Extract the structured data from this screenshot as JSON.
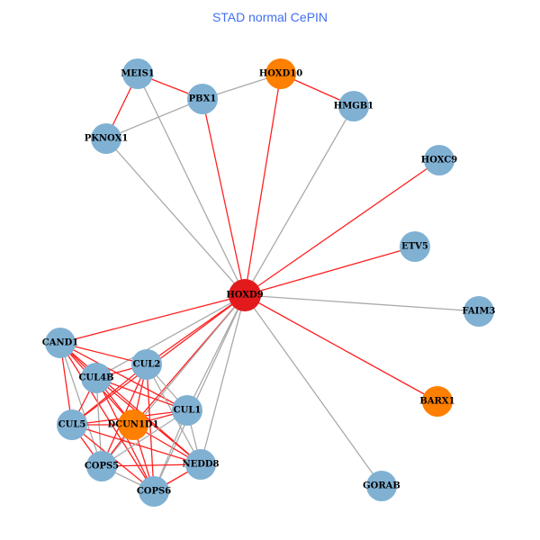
{
  "title": "STAD normal CePIN",
  "colors": {
    "node_default": "#80b1d3",
    "node_highlight": "#ff7f00",
    "node_center": "#e31a1c",
    "edge_red": "#ff2020",
    "edge_gray": "#aaaaaa"
  },
  "nodes": [
    {
      "id": "HOXD9",
      "type": "center"
    },
    {
      "id": "MEIS1",
      "type": "default"
    },
    {
      "id": "PBX1",
      "type": "default"
    },
    {
      "id": "HOXD10",
      "type": "highlight"
    },
    {
      "id": "HMGB1",
      "type": "default"
    },
    {
      "id": "PKNOX1",
      "type": "default"
    },
    {
      "id": "HOXC9",
      "type": "default"
    },
    {
      "id": "ETV5",
      "type": "default"
    },
    {
      "id": "FAIM3",
      "type": "default"
    },
    {
      "id": "BARX1",
      "type": "highlight"
    },
    {
      "id": "GORAB",
      "type": "default"
    },
    {
      "id": "CAND1",
      "type": "default"
    },
    {
      "id": "CUL2",
      "type": "default"
    },
    {
      "id": "CUL4B",
      "type": "default"
    },
    {
      "id": "CUL1",
      "type": "default"
    },
    {
      "id": "CUL5",
      "type": "default"
    },
    {
      "id": "DCUN1D1",
      "type": "highlight"
    },
    {
      "id": "COPS5",
      "type": "default"
    },
    {
      "id": "NEDD8",
      "type": "default"
    },
    {
      "id": "COPS6",
      "type": "default"
    }
  ],
  "edges": [
    [
      "MEIS1",
      "PBX1",
      "red"
    ],
    [
      "MEIS1",
      "PKNOX1",
      "red"
    ],
    [
      "PBX1",
      "HOXD10",
      "gray"
    ],
    [
      "PBX1",
      "PKNOX1",
      "gray"
    ],
    [
      "HOXD10",
      "HMGB1",
      "red"
    ],
    [
      "MEIS1",
      "HOXD9",
      "gray"
    ],
    [
      "PKNOX1",
      "HOXD9",
      "gray"
    ],
    [
      "PBX1",
      "HOXD9",
      "red"
    ],
    [
      "HOXD10",
      "HOXD9",
      "red"
    ],
    [
      "HMGB1",
      "HOXD9",
      "gray"
    ],
    [
      "HOXC9",
      "HOXD9",
      "red"
    ],
    [
      "ETV5",
      "HOXD9",
      "red"
    ],
    [
      "FAIM3",
      "HOXD9",
      "gray"
    ],
    [
      "BARX1",
      "HOXD9",
      "red"
    ],
    [
      "GORAB",
      "HOXD9",
      "gray"
    ],
    [
      "CAND1",
      "HOXD9",
      "red"
    ],
    [
      "CUL2",
      "HOXD9",
      "red"
    ],
    [
      "CUL4B",
      "HOXD9",
      "gray"
    ],
    [
      "CUL5",
      "HOXD9",
      "red"
    ],
    [
      "DCUN1D1",
      "HOXD9",
      "red"
    ],
    [
      "CUL1",
      "HOXD9",
      "gray"
    ],
    [
      "COPS5",
      "HOXD9",
      "gray"
    ],
    [
      "NEDD8",
      "HOXD9",
      "gray"
    ],
    [
      "COPS6",
      "HOXD9",
      "gray"
    ],
    [
      "CAND1",
      "CUL2",
      "red"
    ],
    [
      "CAND1",
      "CUL4B",
      "red"
    ],
    [
      "CAND1",
      "CUL5",
      "red"
    ],
    [
      "CAND1",
      "DCUN1D1",
      "red"
    ],
    [
      "CAND1",
      "COPS5",
      "gray"
    ],
    [
      "CAND1",
      "CUL1",
      "red"
    ],
    [
      "CAND1",
      "NEDD8",
      "red"
    ],
    [
      "CAND1",
      "COPS6",
      "red"
    ],
    [
      "CUL2",
      "CUL4B",
      "red"
    ],
    [
      "CUL2",
      "CUL5",
      "red"
    ],
    [
      "CUL2",
      "DCUN1D1",
      "red"
    ],
    [
      "CUL2",
      "COPS5",
      "red"
    ],
    [
      "CUL2",
      "NEDD8",
      "gray"
    ],
    [
      "CUL2",
      "COPS6",
      "red"
    ],
    [
      "CUL2",
      "CUL1",
      "gray"
    ],
    [
      "CUL4B",
      "CUL5",
      "red"
    ],
    [
      "CUL4B",
      "DCUN1D1",
      "red"
    ],
    [
      "CUL4B",
      "COPS5",
      "gray"
    ],
    [
      "CUL4B",
      "NEDD8",
      "red"
    ],
    [
      "CUL4B",
      "COPS6",
      "red"
    ],
    [
      "CUL4B",
      "CUL1",
      "red"
    ],
    [
      "CUL5",
      "DCUN1D1",
      "red"
    ],
    [
      "CUL5",
      "COPS5",
      "red"
    ],
    [
      "CUL5",
      "NEDD8",
      "red"
    ],
    [
      "CUL5",
      "COPS6",
      "red"
    ],
    [
      "CUL5",
      "CUL1",
      "red"
    ],
    [
      "DCUN1D1",
      "CUL1",
      "red"
    ],
    [
      "DCUN1D1",
      "COPS5",
      "red"
    ],
    [
      "DCUN1D1",
      "NEDD8",
      "red"
    ],
    [
      "DCUN1D1",
      "COPS6",
      "red"
    ],
    [
      "CUL1",
      "COPS5",
      "gray"
    ],
    [
      "CUL1",
      "NEDD8",
      "gray"
    ],
    [
      "CUL1",
      "COPS6",
      "gray"
    ],
    [
      "COPS5",
      "COPS6",
      "gray"
    ],
    [
      "COPS5",
      "NEDD8",
      "red"
    ],
    [
      "NEDD8",
      "COPS6",
      "red"
    ]
  ]
}
